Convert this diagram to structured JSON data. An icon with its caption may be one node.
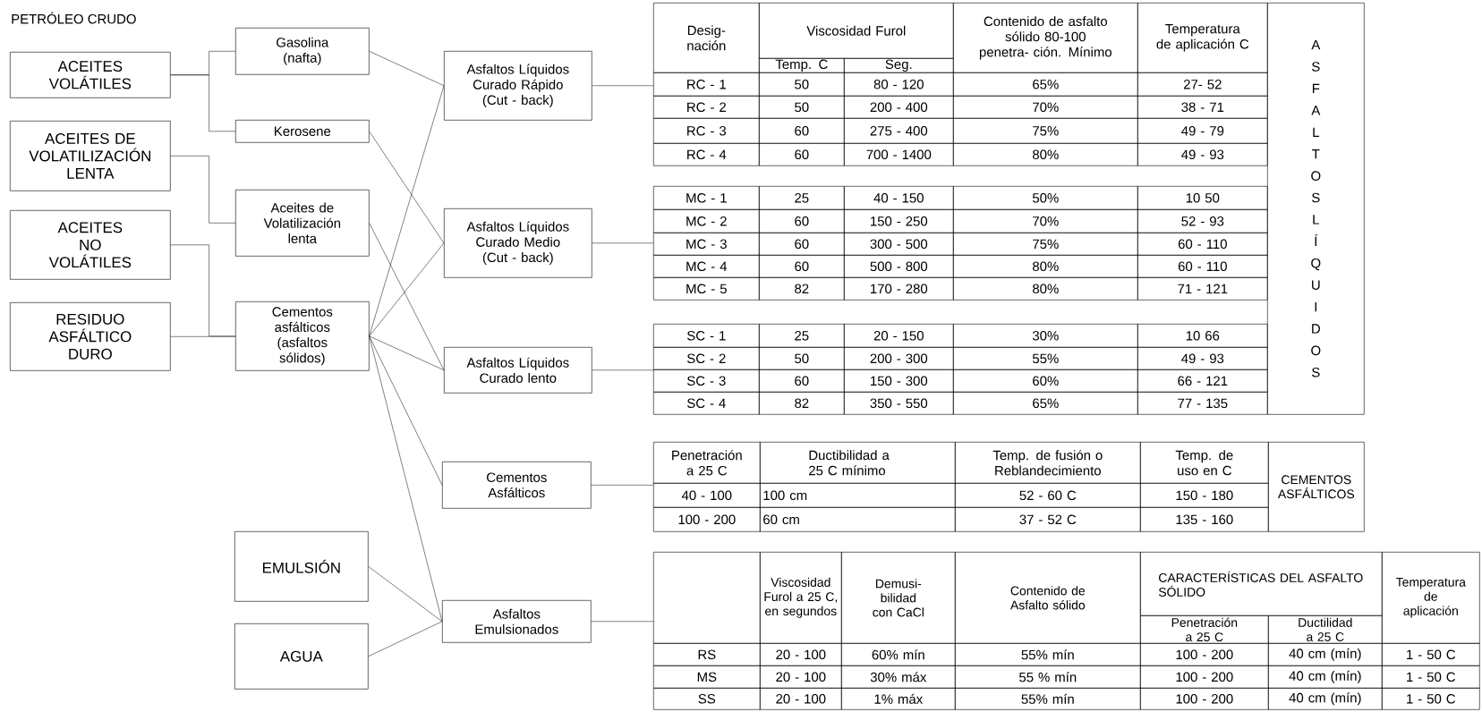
{
  "diagram": {
    "title": "PETRÓLEO CRUDO",
    "nodes": [
      {
        "text": [
          "ACEITES VOLÁTILES"
        ]
      },
      {
        "text": [
          "ACEITES DE VOLATILIZACIÓN LENTA"
        ]
      },
      {
        "text": [
          "ACEITES NO VOLÁTILES"
        ]
      },
      {
        "text": [
          "RESIDUO ASFÁLTICO DURO"
        ]
      },
      {
        "text": [
          "Gasolina (nafta)"
        ]
      },
      {
        "text": [
          "Kerosene"
        ]
      },
      {
        "text": [
          "Aceites de Volatilización lenta"
        ]
      },
      {
        "text": [
          "Cementos asfálticos (asfaltos sólidos)"
        ]
      },
      {
        "text": [
          "EMULSIÓN"
        ]
      },
      {
        "text": [
          "AGUA"
        ]
      },
      {
        "text": [
          "Asfaltos Líquidos Curado Rápido (Cut - back)"
        ]
      },
      {
        "text": [
          "Asfaltos Líquidos Curado Medio (Cut - back)"
        ]
      },
      {
        "text": [
          "Asfaltos Líquidos Curado lento"
        ]
      },
      {
        "text": [
          "Cementos Asfálticos"
        ]
      },
      {
        "text": [
          "Asfaltos Emulsionados"
        ]
      },
      {
        "text": [
          "Desig- nación",
          "Viscosidad Furol",
          "Temp. C",
          "Seg.",
          "Contenido de asfalto sólido 80-100 penetra- ción. Mínimo",
          "Temperatura de aplicación C"
        ]
      },
      {
        "text": [
          "RC - 1",
          "50",
          "80 - 120",
          "65%",
          "27- 52",
          "RC - 2",
          "50",
          "200 - 400",
          "70%",
          "38 - 71",
          "RC - 3",
          "60",
          "275 - 400",
          "75%",
          "49 - 79",
          "RC - 4",
          "60",
          "700 - 1400",
          "80%",
          "49 - 93"
        ]
      },
      {
        "text": [
          "MC - 1",
          "25",
          "40 - 150",
          "50%",
          "10 50",
          "MC - 2",
          "60",
          "150 - 250",
          "70%",
          "52 - 93",
          "MC - 3",
          "60",
          "300 - 500",
          "75%",
          "60 - 110",
          "MC - 4",
          "60",
          "500 - 800",
          "80%",
          "60 - 110",
          "MC - 5",
          "82",
          "170 - 280",
          "80%",
          "71 - 121"
        ]
      },
      {
        "text": [
          "SC - 1",
          "25",
          "20 - 150",
          "30%",
          "10 66",
          "SC - 2",
          "50",
          "200 - 300",
          "55%",
          "49 - 93",
          "SC - 3",
          "60",
          "150 - 300",
          "60%",
          "66 - 121",
          "SC - 4",
          "82",
          "350 - 550",
          "65%",
          "77 - 135"
        ]
      },
      {
        "text": [
          "A S F A L T O S L Í Q U I D O S"
        ]
      },
      {
        "text": [
          "Penetración a 25 C",
          "Ductibilidad a 25 C mínimo",
          "Temp. de fusión o Reblandecimiento",
          "Temp. de uso en C",
          "CEMENTOS ASFÁLTICOS",
          "40 - 100",
          "100 cm",
          "52 - 60 C",
          "150 - 180",
          "100 - 200",
          "60 cm",
          "37 - 52 C",
          "135 - 160"
        ]
      },
      {
        "text": [
          "Viscosidad Furol a 25 C, en segundos",
          "Demusi- bilidad con CaCl",
          "Contenido de Asfalto sólido",
          "CARACTERÍSTICAS DEL ASFALTO SÓLIDO",
          "Temperatura de aplicación",
          "Penetración a 25 C",
          "Ductilidad a 25 C",
          "RS",
          "20 - 100",
          "60% mín",
          "55% mín",
          "100 - 200",
          "40 cm (mín)",
          "1 - 50 C",
          "MS",
          "20 - 100",
          "30% máx",
          "55 % mín",
          "100 - 200",
          "40 cm (mín)",
          "1 - 50 C",
          "SS",
          "20 - 100",
          "1% máx",
          "55% mín",
          "100 - 200",
          "40 cm (mín)",
          "1 - 50 C"
        ]
      }
    ],
    "edges": [
      {
        "from": 0,
        "to": 4,
        "arrow": "none"
      },
      {
        "from": 0,
        "to": 5,
        "arrow": "none"
      },
      {
        "from": 1,
        "to": 6,
        "arrow": "none"
      },
      {
        "from": 2,
        "to": 7,
        "arrow": "none"
      },
      {
        "from": 3,
        "to": 7,
        "arrow": "none"
      },
      {
        "from": 4,
        "to": 10,
        "arrow": "none"
      },
      {
        "from": 5,
        "to": 11,
        "arrow": "none"
      },
      {
        "from": 6,
        "to": 12,
        "arrow": "none"
      },
      {
        "from": 7,
        "to": 10,
        "arrow": "none"
      },
      {
        "from": 7,
        "to": 11,
        "arrow": "none"
      },
      {
        "from": 7,
        "to": 12,
        "arrow": "none"
      },
      {
        "from": 7,
        "to": 13,
        "arrow": "none"
      },
      {
        "from": 7,
        "to": 14,
        "arrow": "none"
      },
      {
        "from": 8,
        "to": 14,
        "arrow": "none"
      },
      {
        "from": 9,
        "to": 14,
        "arrow": "none"
      },
      {
        "from": 10,
        "to": 16,
        "arrow": "none"
      },
      {
        "from": 11,
        "to": 17,
        "arrow": "none"
      },
      {
        "from": 12,
        "to": 18,
        "arrow": "none"
      },
      {
        "from": 13,
        "to": 20,
        "arrow": "none"
      },
      {
        "from": 14,
        "to": 21,
        "arrow": "none"
      }
    ]
  }
}
